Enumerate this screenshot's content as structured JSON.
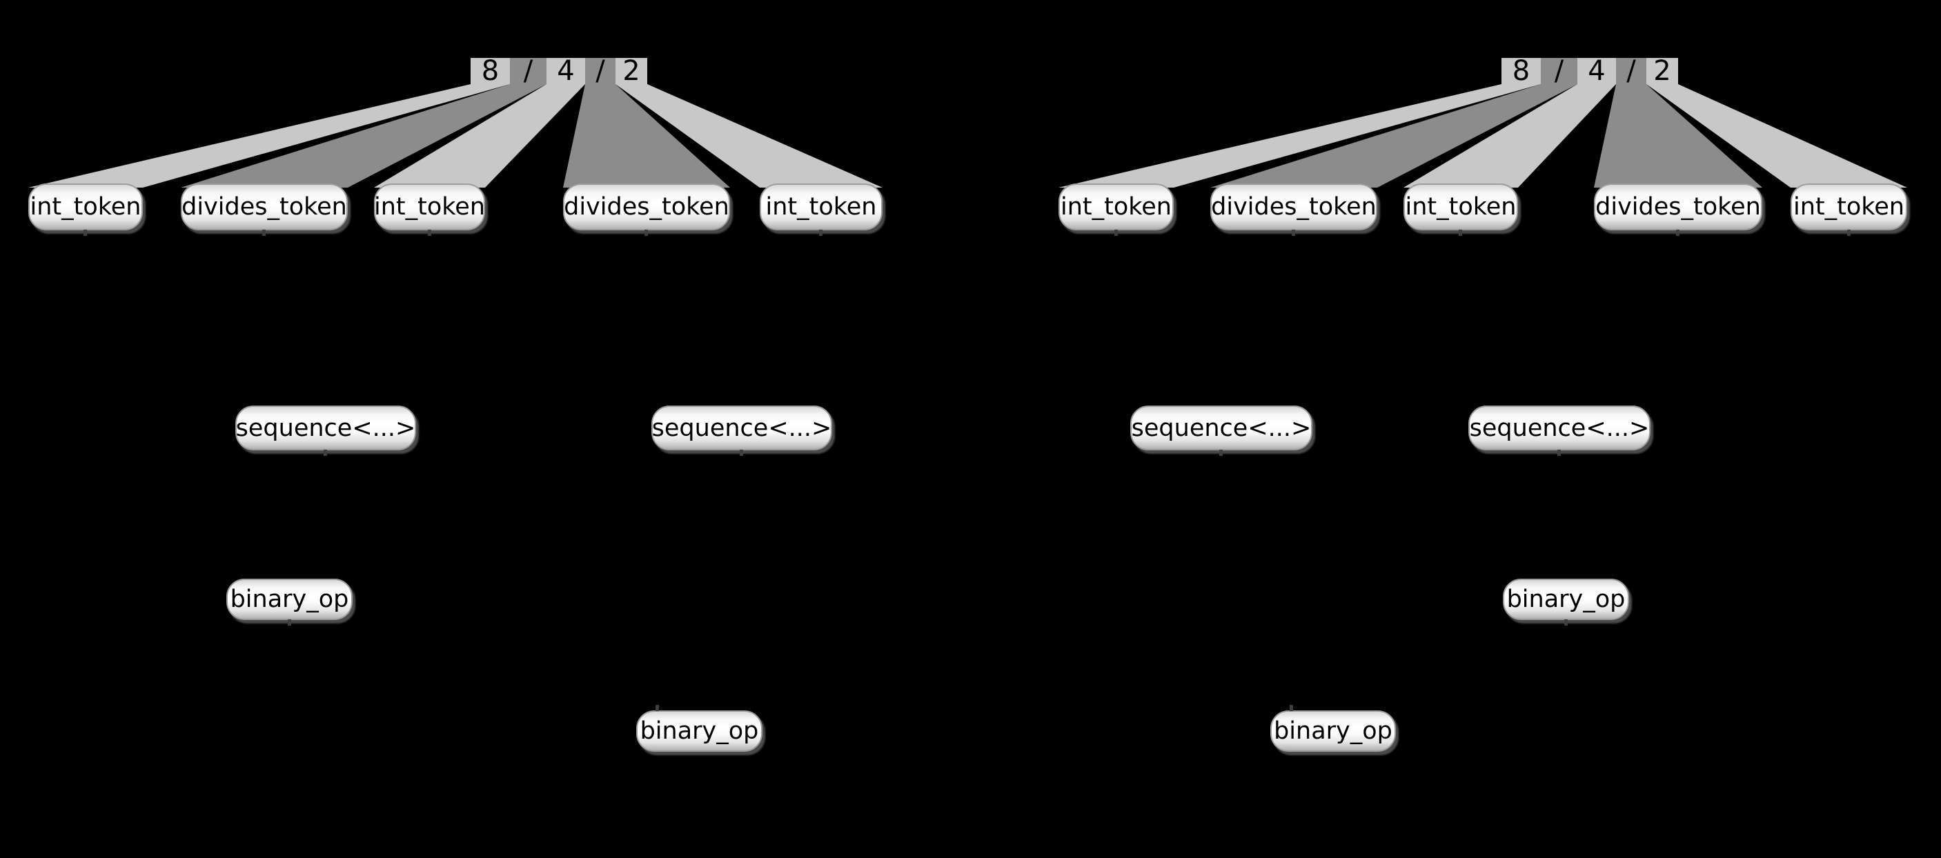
{
  "diagram": {
    "description": "Two parse trees of the expression 8 / 4 / 2",
    "background_color": "#000000",
    "colors": {
      "token_span_light": "#c8c8c8",
      "token_span_dark": "#8c8c8c",
      "node_border": "#9c9c9c",
      "node_text": "#000000",
      "edge_stub": "#3f3f3f"
    },
    "trees": [
      {
        "name": "left-parse-tree",
        "source_tokens": [
          "8",
          "/",
          "4",
          "/",
          "2"
        ],
        "nodes": {
          "int1": "int_token",
          "div1": "divides_token",
          "int2": "int_token",
          "div2": "divides_token",
          "int3": "int_token",
          "seq1": "sequence<...>",
          "seq2": "sequence<...>",
          "bop1": "binary_op",
          "root": "binary_op"
        }
      },
      {
        "name": "right-parse-tree",
        "source_tokens": [
          "8",
          "/",
          "4",
          "/",
          "2"
        ],
        "nodes": {
          "int1": "int_token",
          "div1": "divides_token",
          "int2": "int_token",
          "div2": "divides_token",
          "int3": "int_token",
          "seq1": "sequence<...>",
          "seq2": "sequence<...>",
          "bop1": "binary_op",
          "root": "binary_op"
        }
      }
    ]
  }
}
